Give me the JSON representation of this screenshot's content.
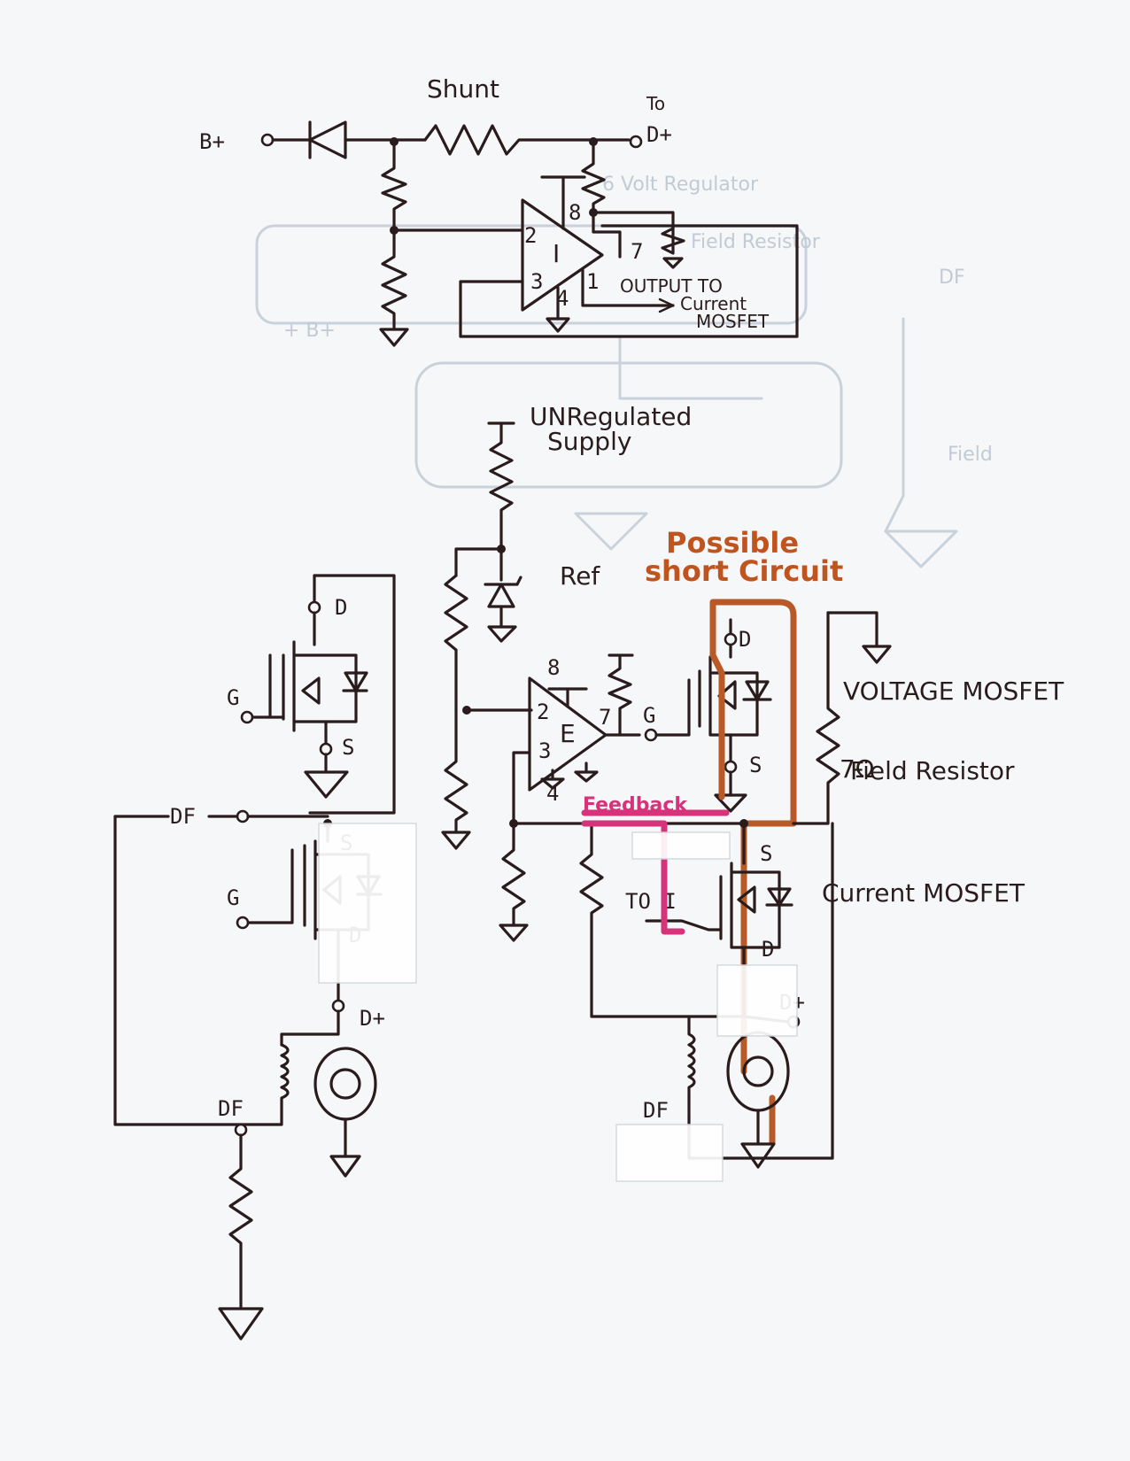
{
  "labels": {
    "b_plus": "B+",
    "shunt": "Shunt",
    "to_d_plus": "To D+",
    "pin_2_i": "2",
    "pin_3_i": "3",
    "pin_4_i": "4",
    "pin_7_i": "7",
    "pin_8_i": "8",
    "pin_1_i": "1",
    "opamp_i": "I",
    "output_to_current_mosfet": [
      "OUTPUT TO",
      "Current",
      "MOSFET"
    ],
    "unregulated_supply": [
      "UNRegulated",
      "Supply"
    ],
    "ref": "Ref",
    "possible_short_circuit": [
      "Possible",
      "short Circuit"
    ],
    "opamp_e": "E",
    "pin_2_e": "2",
    "pin_3_e": "3",
    "pin_4_e": "4",
    "pin_7_e": "7",
    "pin_8_e": "8",
    "gate_e": "G",
    "voltage_mosfet": "VOLTAGE MOSFET",
    "field_resistor": [
      "7Ω",
      "Field Resistor"
    ],
    "feedback": "Feedback",
    "current_mosfet": "Current MOSFET",
    "to_i": "TO I",
    "drain": "D",
    "source": "S",
    "gate": "G",
    "d_plus": "D+",
    "df": "DF"
  }
}
